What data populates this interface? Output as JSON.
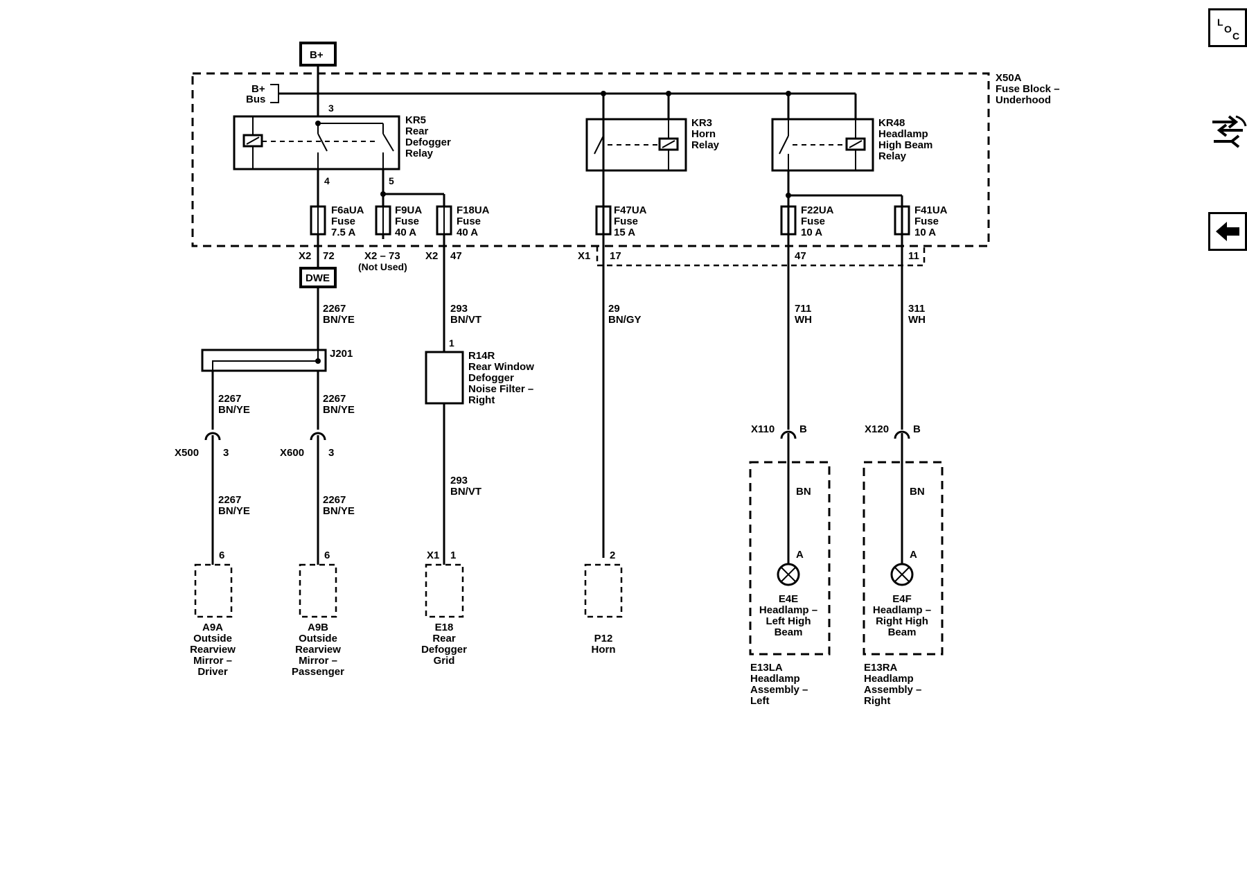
{
  "supply": {
    "label": "B+"
  },
  "fuse_block": {
    "name": "X50A",
    "desc_line1": "Fuse Block –",
    "desc_line2": "Underhood",
    "bus_line1": "B+",
    "bus_line2": "Bus"
  },
  "relays": {
    "kr5": {
      "name": "KR5",
      "l1": "Rear",
      "l2": "Defogger",
      "l3": "Relay",
      "pin_top": "3",
      "pin_out": "4",
      "pin_coil": "5"
    },
    "kr3": {
      "name": "KR3",
      "l1": "Horn",
      "l2": "Relay"
    },
    "kr48": {
      "name": "KR48",
      "l1": "Headlamp",
      "l2": "High Beam",
      "l3": "Relay"
    }
  },
  "fuses": {
    "f6": {
      "name": "F6aUA",
      "type": "Fuse",
      "rating": "7.5 A",
      "conn": "X2",
      "pin": "72"
    },
    "f9": {
      "name": "F9UA",
      "type": "Fuse",
      "rating": "40 A",
      "conn": "X2 – 73",
      "note": "(Not Used)"
    },
    "f18": {
      "name": "F18UA",
      "type": "Fuse",
      "rating": "40 A",
      "conn": "X2",
      "pin": "47"
    },
    "f47": {
      "name": "F47UA",
      "type": "Fuse",
      "rating": "15 A",
      "conn": "X1",
      "pin": "17"
    },
    "f22": {
      "name": "F22UA",
      "type": "Fuse",
      "rating": "10 A",
      "pin": "47"
    },
    "f41": {
      "name": "F41UA",
      "type": "Fuse",
      "rating": "10 A",
      "pin": "11"
    }
  },
  "dwe": {
    "label": "DWE"
  },
  "splice": {
    "label": "J201"
  },
  "wires": {
    "w2267_a": {
      "circuit": "2267",
      "color": "BN/YE"
    },
    "w2267_l": {
      "circuit": "2267",
      "color": "BN/YE"
    },
    "w2267_r": {
      "circuit": "2267",
      "color": "BN/YE"
    },
    "w2267_l2": {
      "circuit": "2267",
      "color": "BN/YE"
    },
    "w2267_r2": {
      "circuit": "2267",
      "color": "BN/YE"
    },
    "w293_a": {
      "circuit": "293",
      "color": "BN/VT"
    },
    "w293_b": {
      "circuit": "293",
      "color": "BN/VT"
    },
    "w29": {
      "circuit": "29",
      "color": "BN/GY"
    },
    "w711": {
      "circuit": "711",
      "color": "WH"
    },
    "w311": {
      "circuit": "311",
      "color": "WH"
    },
    "bn_l": {
      "color": "BN"
    },
    "bn_r": {
      "color": "BN"
    }
  },
  "connectors": {
    "x500": {
      "name": "X500",
      "pin": "3"
    },
    "x600": {
      "name": "X600",
      "pin": "3"
    },
    "x110": {
      "name": "X110",
      "pin": "B"
    },
    "x120": {
      "name": "X120",
      "pin": "B"
    }
  },
  "filter": {
    "pin": "1",
    "name": "R14R",
    "l1": "Rear Window",
    "l2": "Defogger",
    "l3": "Noise Filter –",
    "l4": "Right"
  },
  "components": {
    "a9a": {
      "pin": "6",
      "name": "A9A",
      "l1": "Outside",
      "l2": "Rearview",
      "l3": "Mirror –",
      "l4": "Driver"
    },
    "a9b": {
      "pin": "6",
      "name": "A9B",
      "l1": "Outside",
      "l2": "Rearview",
      "l3": "Mirror –",
      "l4": "Passenger"
    },
    "e18": {
      "conn": "X1",
      "pin": "1",
      "name": "E18",
      "l1": "Rear",
      "l2": "Defogger",
      "l3": "Grid"
    },
    "p12": {
      "pin": "2",
      "name": "P12",
      "l1": "Horn"
    },
    "e4e": {
      "pin": "A",
      "name": "E4E",
      "l1": "Headlamp –",
      "l2": "Left High",
      "l3": "Beam"
    },
    "e4f": {
      "pin": "A",
      "name": "E4F",
      "l1": "Headlamp –",
      "l2": "Right High",
      "l3": "Beam"
    },
    "e13la": {
      "name": "E13LA",
      "l1": "Headlamp",
      "l2": "Assembly –",
      "l3": "Left"
    },
    "e13ra": {
      "name": "E13RA",
      "l1": "Headlamp",
      "l2": "Assembly –",
      "l3": "Right"
    }
  },
  "side_buttons": {
    "loc": {
      "l": "L",
      "o": "O",
      "c": "C",
      "icon": "location-view-icon"
    },
    "swap": {
      "icon": "connector-wrench-icon"
    },
    "back": {
      "icon": "back-arrow-icon"
    }
  }
}
